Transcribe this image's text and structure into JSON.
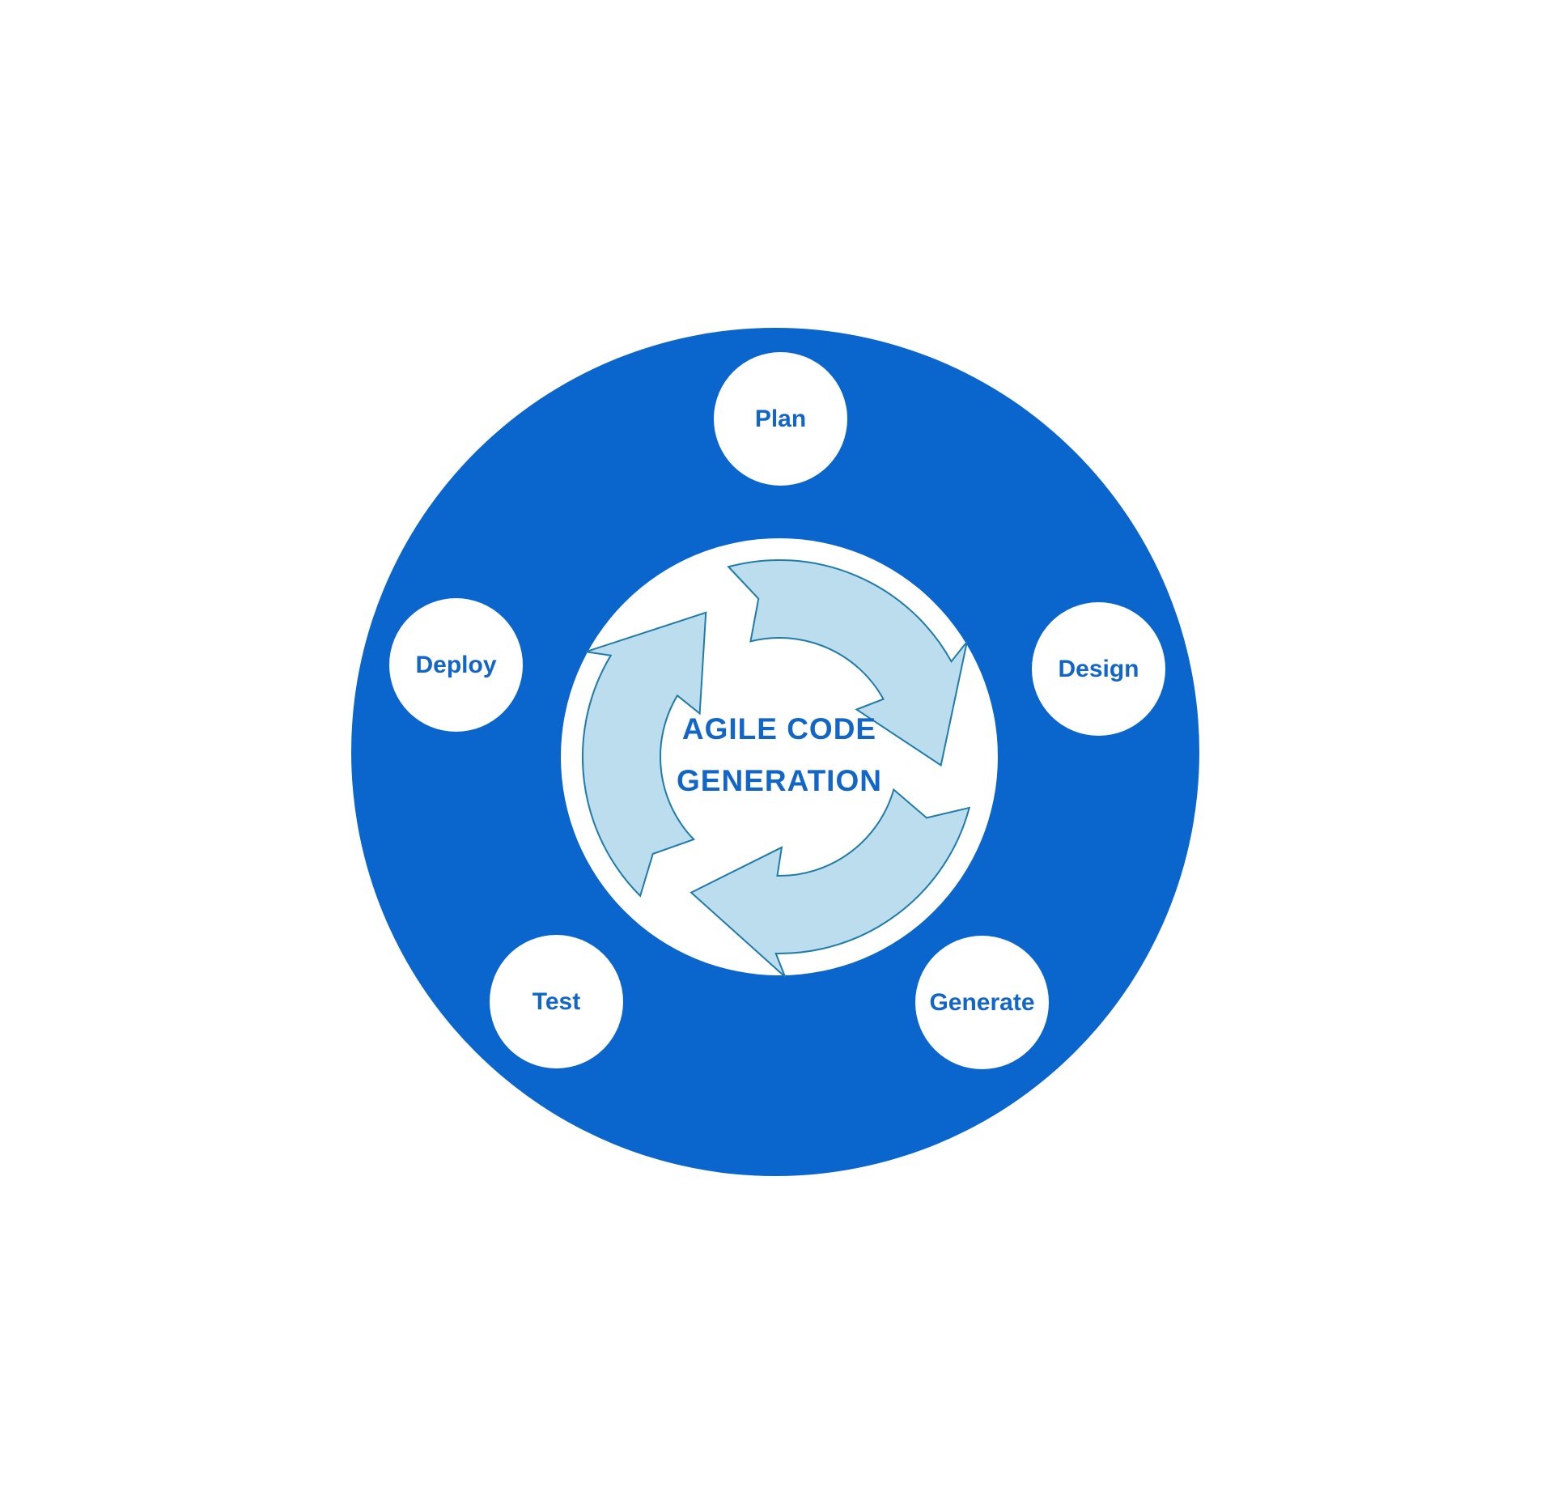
{
  "title": {
    "line1": "AGILE CODE",
    "line2": "GENERATION"
  },
  "stages": [
    {
      "label": "Plan"
    },
    {
      "label": "Design"
    },
    {
      "label": "Generate"
    },
    {
      "label": "Test"
    },
    {
      "label": "Deploy"
    }
  ],
  "icon": {
    "name": "cycle-arrows-icon",
    "arrow_count": 3,
    "direction": "clockwise"
  },
  "colors": {
    "primary_blue": "#0a66cd",
    "label_text": "#1266c7",
    "arrow_fill": "#bcddee",
    "arrow_stroke": "#1f7ba8",
    "circle_bg": "#ffffff"
  }
}
